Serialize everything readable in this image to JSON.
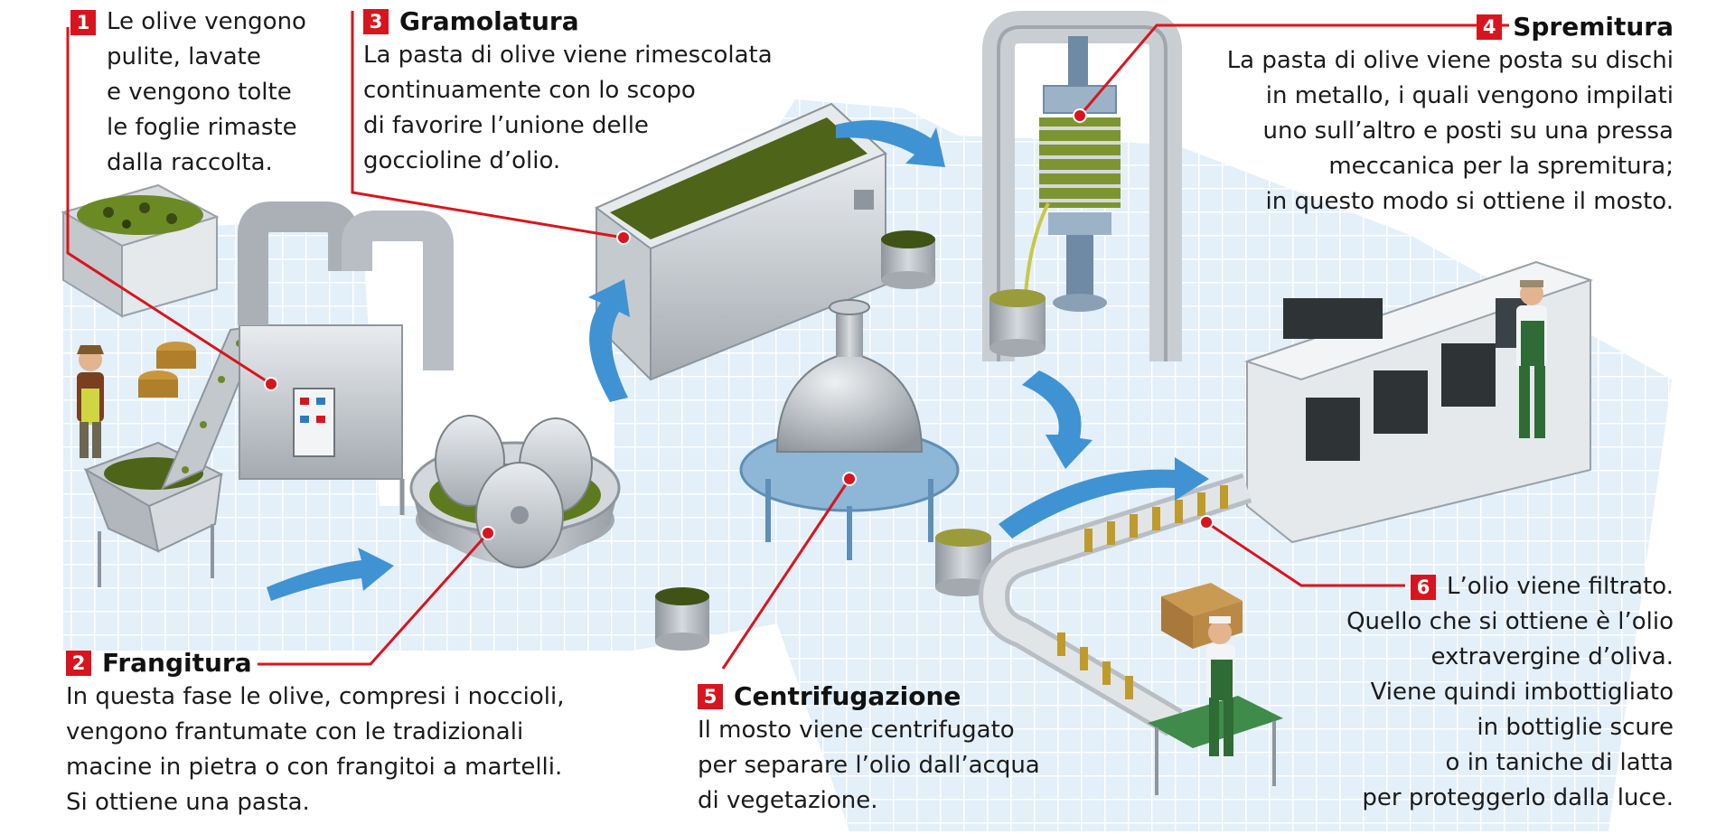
{
  "steps": [
    {
      "number": "1",
      "title": "",
      "lines": [
        "Le olive vengono",
        "pulite, lavate",
        "e vengono tolte",
        "le foglie rimaste",
        "dalla raccolta."
      ]
    },
    {
      "number": "2",
      "title": "Frangitura",
      "lines": [
        "In questa fase le olive, compresi i noccioli,",
        "vengono frantumate con le tradizionali",
        "macine in pietra o con frangitoi a martelli.",
        "Si ottiene una pasta."
      ]
    },
    {
      "number": "3",
      "title": "Gramolatura",
      "lines": [
        "La pasta di olive viene rimescolata",
        "continuamente con lo scopo",
        "di favorire l’unione delle",
        "goccioline d’olio."
      ]
    },
    {
      "number": "4",
      "title": "Spremitura",
      "lines": [
        "La pasta di olive viene posta su dischi",
        "in metallo, i quali vengono impilati",
        "uno sull’altro e posti su una pressa",
        "meccanica per la spremitura;",
        "in questo modo si ottiene il mosto."
      ]
    },
    {
      "number": "5",
      "title": "Centrifugazione",
      "lines": [
        "Il mosto viene centrifugato",
        "per separare l’olio dall’acqua",
        "di vegetazione."
      ]
    },
    {
      "number": "6",
      "title": "",
      "lines": [
        "L’olio viene filtrato.",
        "Quello che si ottiene è l’olio",
        "extravergine d’oliva.",
        "Viene quindi imbottigliato",
        "in bottiglie scure",
        "o in taniche di latta",
        "per proteggerlo dalla luce."
      ]
    }
  ],
  "colors": {
    "accent": "#d8151e",
    "floor_tile": "#e3eff9",
    "grid_line": "#ffffff",
    "flow_arrow": "#3f93d3",
    "machine_metal": "#b9bec4",
    "olive_paste": "#5d7a22",
    "oil": "#c9c74a"
  },
  "icons": [
    "flow-arrow-icon",
    "olive-crate-icon",
    "conveyor-icon",
    "stone-mill-icon",
    "malaxer-icon",
    "press-icon",
    "centrifuge-icon",
    "bottling-line-icon",
    "worker-icon"
  ]
}
